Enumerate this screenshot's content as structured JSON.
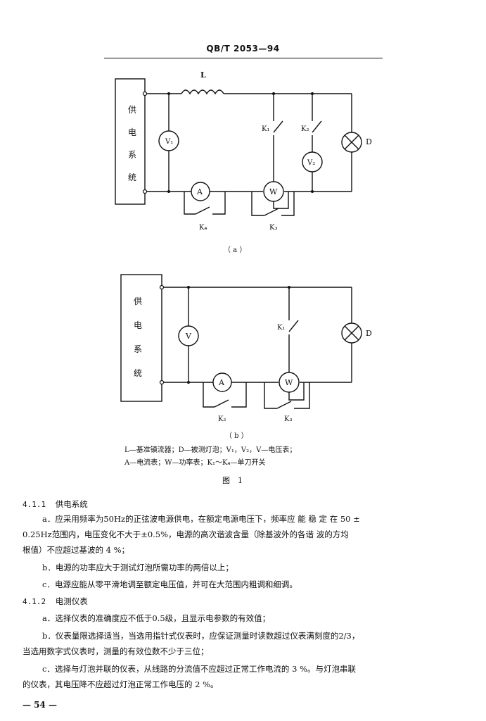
{
  "header": {
    "code": "QB/T 2053—94"
  },
  "figure": {
    "a": {
      "supply_label": [
        "供",
        "电",
        "系",
        "统"
      ],
      "inductor_label": "L",
      "k1": "K₁",
      "k2": "K₂",
      "k3": "K₃",
      "k4": "K₄",
      "v1": "V₁",
      "v2": "V₂",
      "ammeter": "A",
      "wattmeter": "W",
      "lamp": "D",
      "caption": "（ a ）"
    },
    "b": {
      "supply_label": [
        "供",
        "电",
        "系",
        "统"
      ],
      "k1": "K₁",
      "k2": "K₂",
      "k3": "K₃",
      "voltmeter": "V",
      "ammeter": "A",
      "wattmeter": "W",
      "lamp": "D",
      "caption": "（ b ）"
    },
    "legend": {
      "line1": "L—基准镇流器；D—被测灯泡；V₁，V₂，V—电压表；",
      "line2": "A—电流表；W—功率表；K₁～K₄—单刀开关"
    },
    "title": "图　1"
  },
  "body": {
    "s411_num": "4.1.1",
    "s411_title": "供电系统",
    "a1": "a．应采用频率为50Hz的正弦波电源供电，在额定电源电压下，频率应 能 稳 定 在 50 ±",
    "a2": "0.25Hz范围内，电压变化不大于±0.5%，电源的高次谐波含量（除基波外的各谐 波的方均",
    "a3": "根值）不应超过基波的 4 %；",
    "b1": "b．电源的功率应大于测试灯泡所需功率的两倍以上；",
    "c1": "c．电源应能从零平滑地调至额定电压值，并可在大范围内粗调和细调。",
    "s412_num": "4.1.2",
    "s412_title": "电测仪表",
    "d1": "a．选择仪表的准确度应不低于0.5级，且显示电参数的有效值；",
    "e1": "b．仪表量限选择适当，当选用指针式仪表时，应保证测量时读数超过仪表满刻度的2/3，",
    "e2": "当选用数字式仪表时，测量的有效位数不少于三位；",
    "f1": "c．选择与灯泡并联的仪表，从线路的分流值不应超过正常工作电流的 3 %。与灯泡串联",
    "f2": "的仪表，其电压降不应超过灯泡正常工作电压的 2 %。"
  },
  "footer": {
    "page": "— 54 —"
  }
}
